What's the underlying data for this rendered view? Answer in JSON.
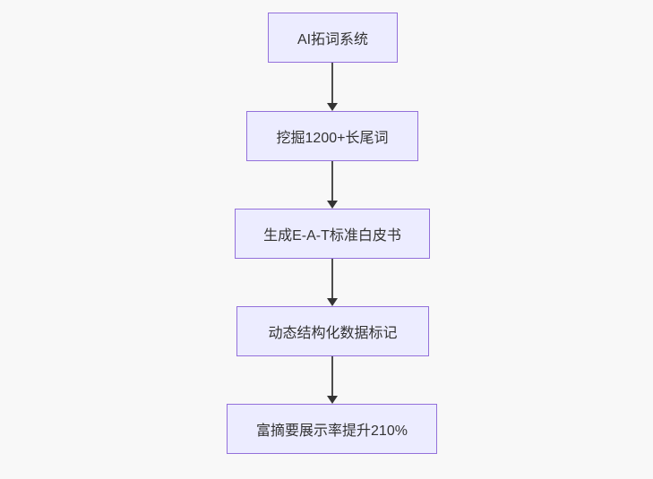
{
  "flowchart": {
    "type": "vertical-flow",
    "nodes": [
      {
        "id": "A",
        "label": "AI拓词系统"
      },
      {
        "id": "B",
        "label": "挖掘1200+长尾词"
      },
      {
        "id": "C",
        "label": "生成E-A-T标准白皮书"
      },
      {
        "id": "D",
        "label": "动态结构化数据标记"
      },
      {
        "id": "E",
        "label": "富摘要展示率提升210%"
      }
    ],
    "edges": [
      {
        "from": "A",
        "to": "B"
      },
      {
        "from": "B",
        "to": "C"
      },
      {
        "from": "C",
        "to": "D"
      },
      {
        "from": "D",
        "to": "E"
      }
    ],
    "colors": {
      "background": "#F8F8F8",
      "node_fill": "#ECECFF",
      "node_border": "#9370DB",
      "text": "#333333",
      "arrow": "#333333"
    }
  }
}
